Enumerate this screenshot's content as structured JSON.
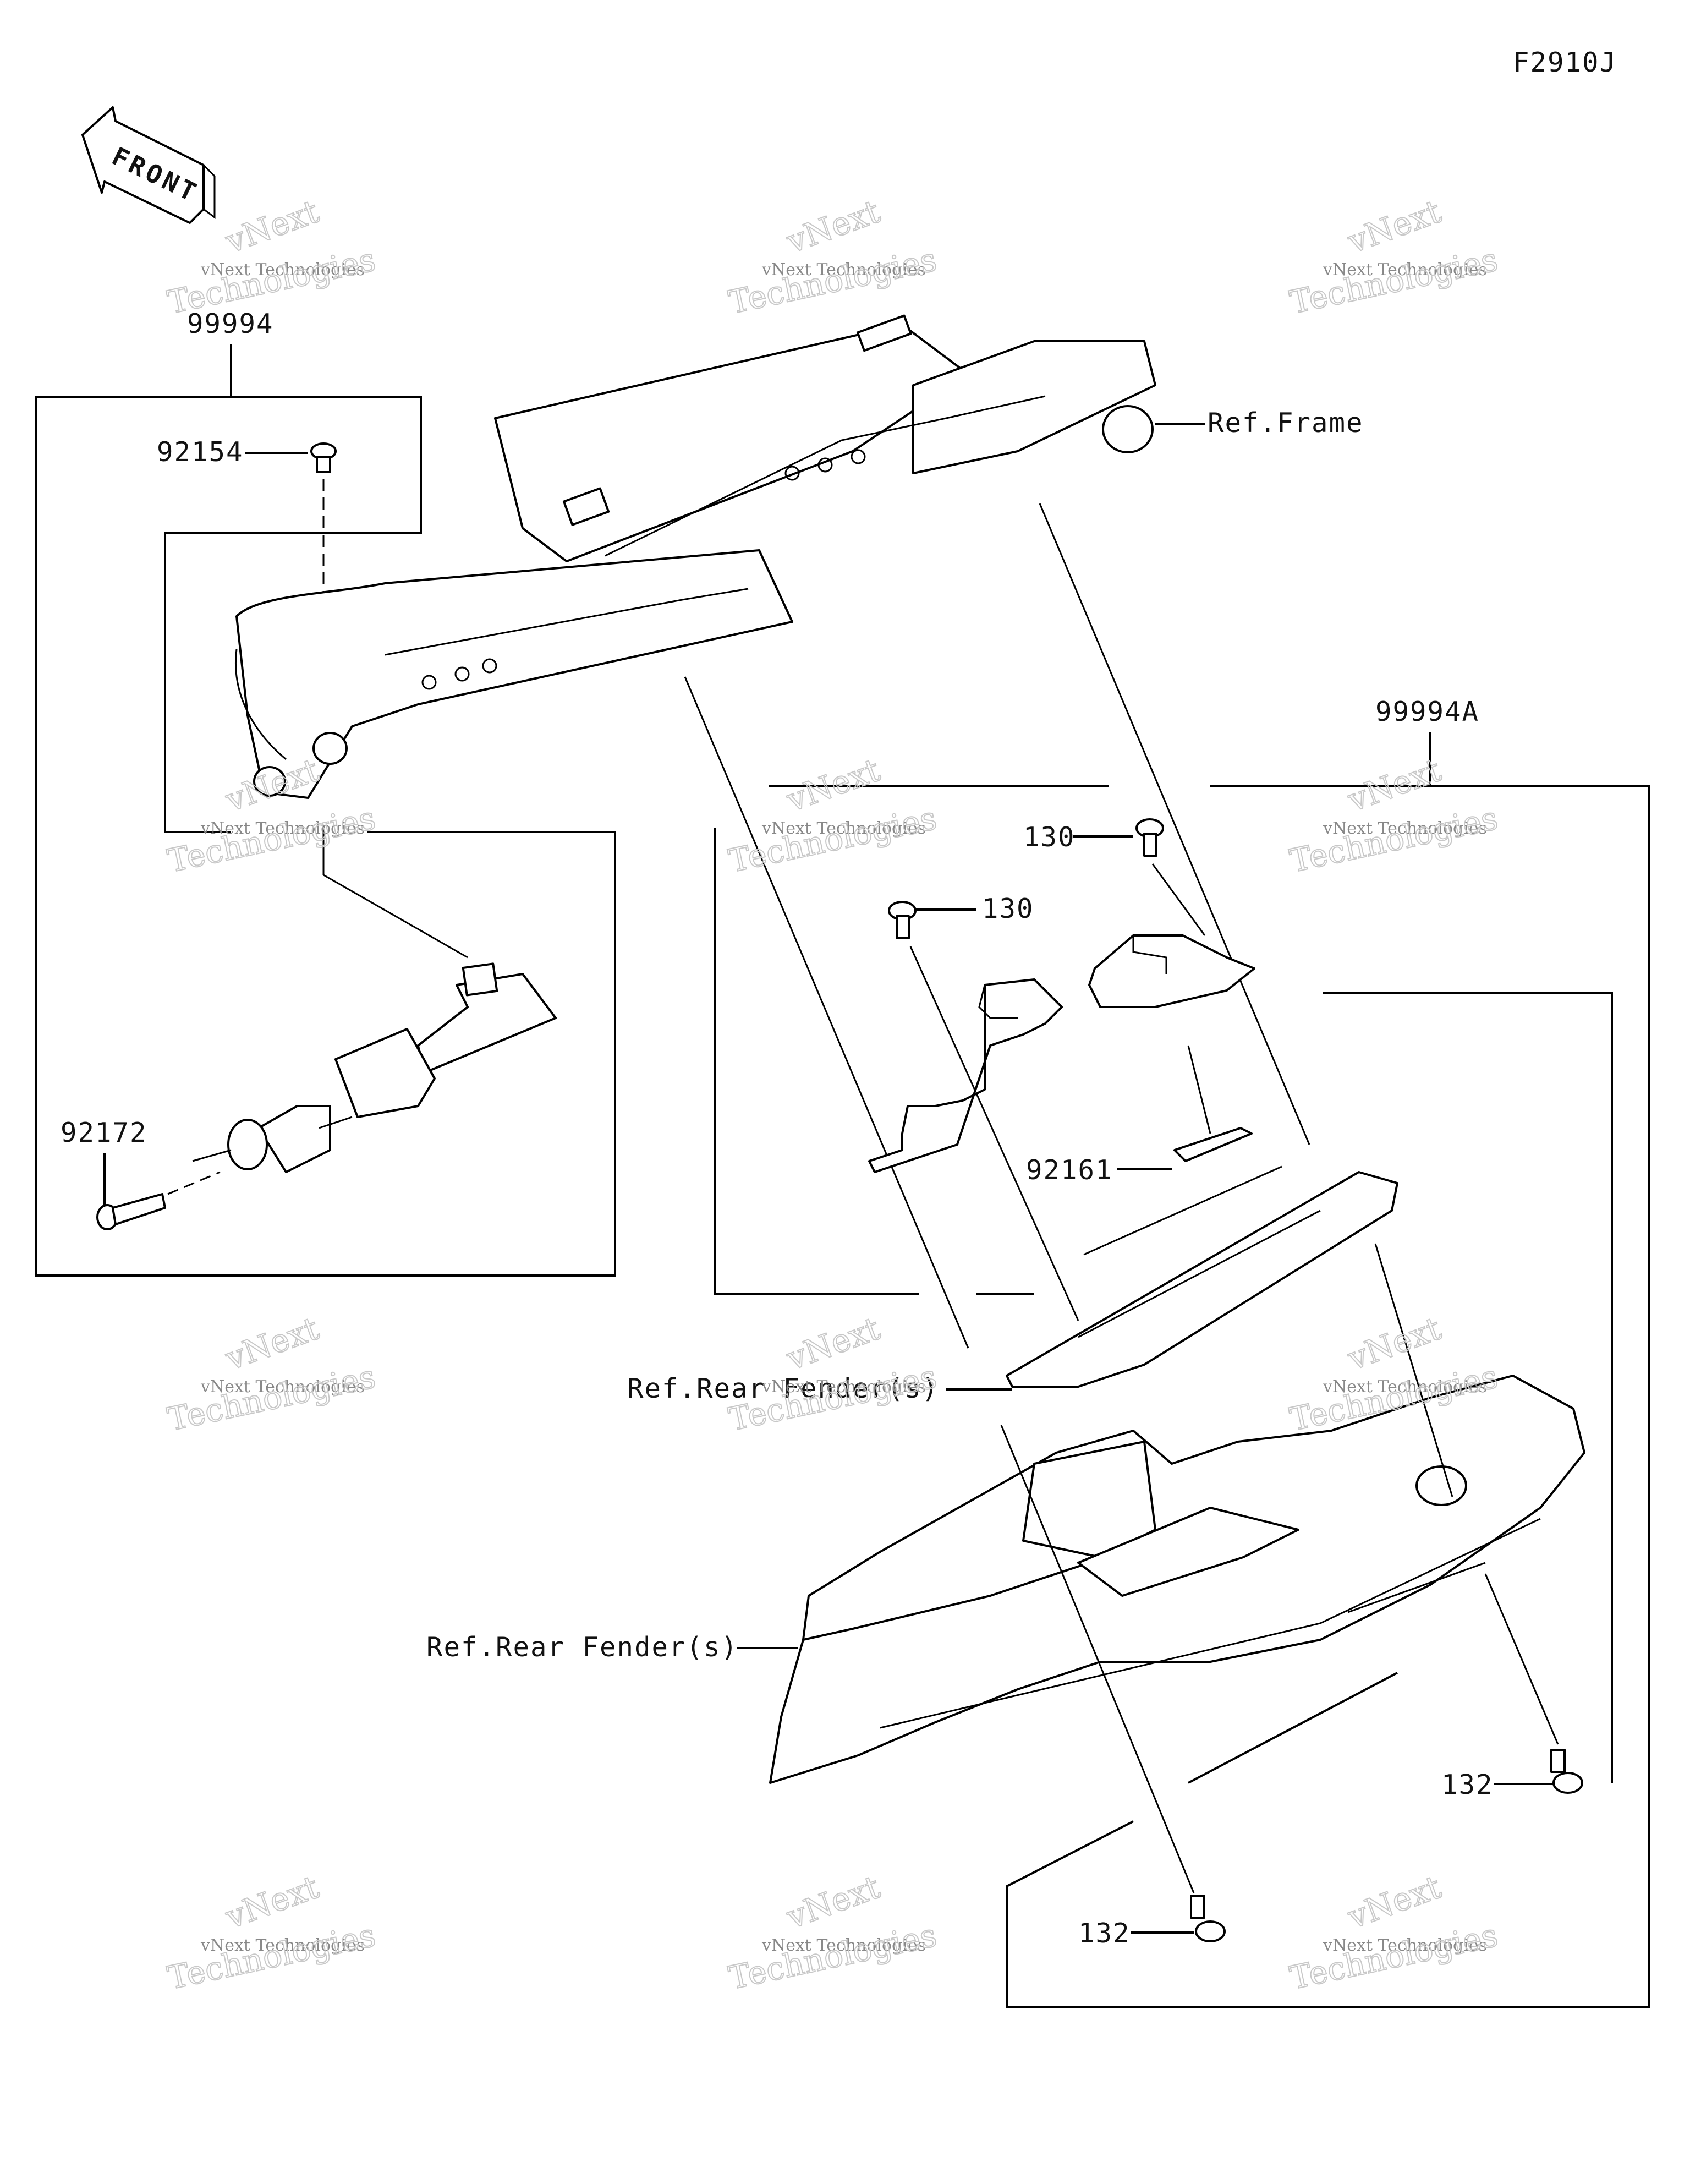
{
  "figure_code": "F2910J",
  "front_arrow_label": "FRONT",
  "callouts": {
    "kit_a": "99994",
    "kit_b": "99994A",
    "screw_top": "92154",
    "bolt_left": "92172",
    "bolt_130_a": "130",
    "bolt_130_b": "130",
    "pad": "92161",
    "bolt_132_a": "132",
    "bolt_132_b": "132",
    "ref_frame": "Ref.Frame",
    "ref_rear_fender_1": "Ref.Rear Fender(s)",
    "ref_rear_fender_2": "Ref.Rear Fender(s)"
  },
  "watermark": {
    "brand": "vNext",
    "line_top": "vNext Technologies",
    "line_big": "Technologies"
  }
}
